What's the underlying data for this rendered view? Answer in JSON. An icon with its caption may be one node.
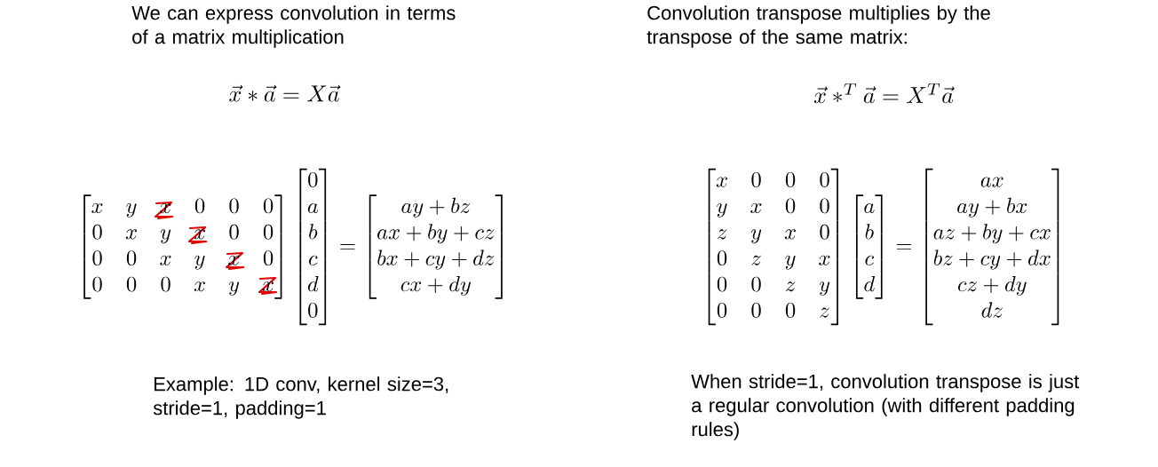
{
  "diagram": {
    "labels": [
      "We can express convolution in terms of a matrix multiplication",
      "\\vec{x} * \\vec{a} = X\\vec{a}",
      "\\begin{bmatrix} x & y & x & 0 & 0 & 0 \\\\ 0 & x & y & x & 0 & 0 \\\\ 0 & 0 & x & y & x & 0 \\\\ 0 & 0 & 0 & x & y & x \\end{bmatrix} \\begin{bmatrix} 0 \\\\ a \\\\ b \\\\ c \\\\ d \\\\ 0 \\end{bmatrix} = \\begin{bmatrix} ay+bz \\\\ ax+by+cz \\\\ bx+cy+dz \\\\ cx+dy \\end{bmatrix}",
      "Example: 1D conv, kernel size=3, stride=1, padding=1",
      "Convolution transpose multiplies by the transpose of the same matrix:",
      "\\vec{x} *^T \\vec{a} = X^T\\vec{a}",
      "\\begin{bmatrix} x & 0 & 0 & 0 \\\\ y & x & 0 & 0 \\\\ z & y & x & 0 \\\\ 0 & z & y & x \\\\ 0 & 0 & z & y \\\\ 0 & 0 & 0 & z \\end{bmatrix} \\begin{bmatrix} a \\\\ b \\\\ c \\\\ d \\end{bmatrix} = \\begin{bmatrix} ax \\\\ ay+bx \\\\ az+by+cx \\\\ bz+cy+dx \\\\ cz+dy \\\\ dz \\end{bmatrix}",
      "When stride=1, convolution transpose is just a regular convolution (with different padding rules)"
    ]
  }
}
